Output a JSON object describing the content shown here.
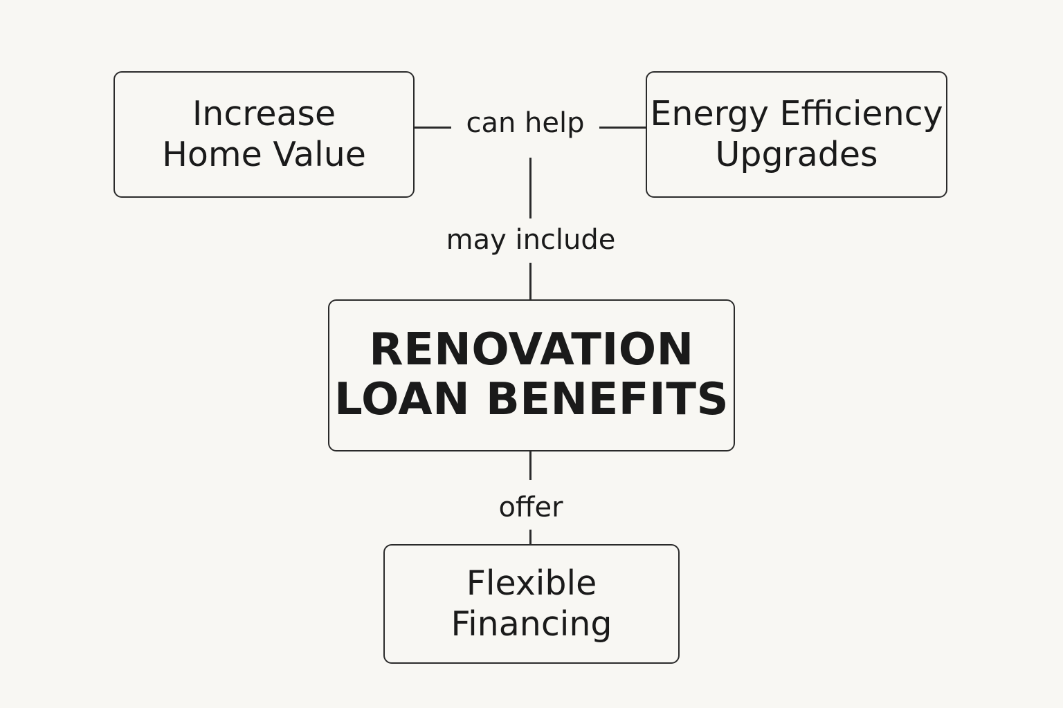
{
  "colors": {
    "background": "#f8f7f3",
    "stroke": "#2a2a2a",
    "text": "#1a1a1a"
  },
  "nodes": {
    "center": {
      "label": "RENOVATION\nLOAN BENEFITS"
    },
    "home_value": {
      "label": "Increase\nHome Value"
    },
    "energy": {
      "label": "Energy Efficiency\nUpgrades"
    },
    "flexible": {
      "label": "Flexible\nFinancing"
    }
  },
  "edges": {
    "can_help": {
      "label": "can help"
    },
    "may_include": {
      "label": "may include"
    },
    "offer": {
      "label": "offer"
    }
  }
}
